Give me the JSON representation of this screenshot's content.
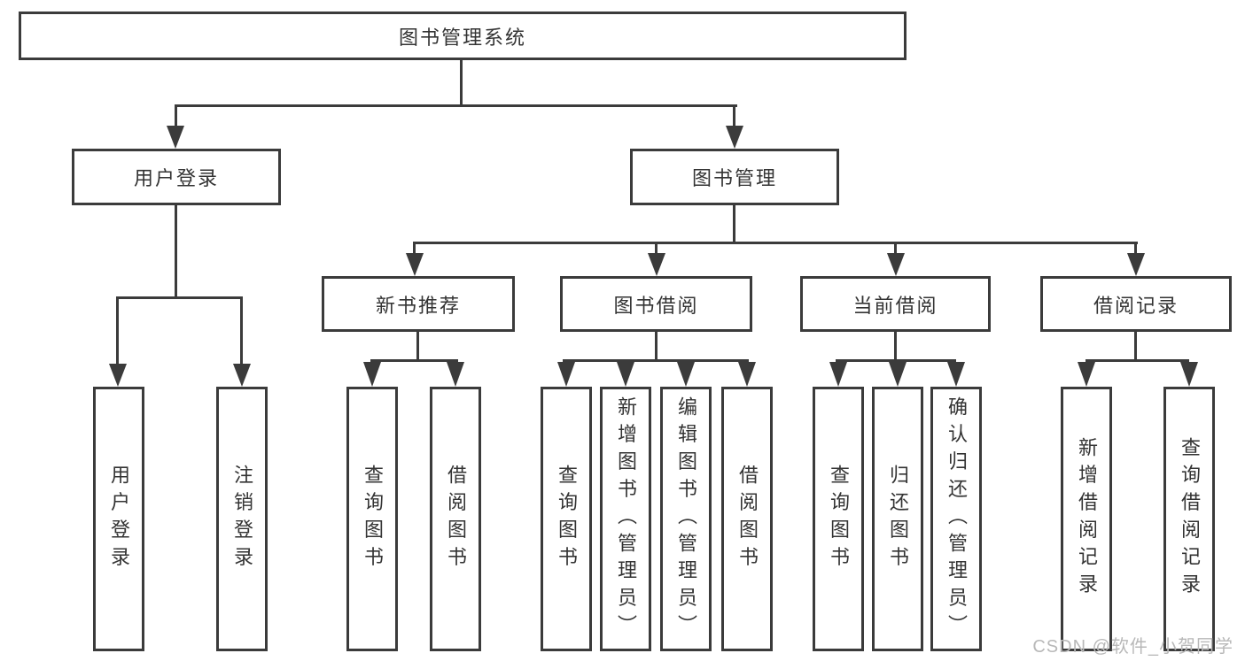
{
  "nodes": {
    "root": "图书管理系统",
    "user_login": "用户登录",
    "book_mgmt": "图书管理",
    "new_book_rec": "新书推荐",
    "book_borrow": "图书借阅",
    "current_borrow": "当前借阅",
    "borrow_records": "借阅记录",
    "leaf_user_login": "用户登录",
    "leaf_logout": "注销登录",
    "leaf_nb_query": "查询图书",
    "leaf_nb_borrow": "借阅图书",
    "leaf_bb_query": "查询图书",
    "leaf_bb_add": "新增图书（管理员）",
    "leaf_bb_edit": "编辑图书（管理员）",
    "leaf_bb_borrow": "借阅图书",
    "leaf_cb_query": "查询图书",
    "leaf_cb_return": "归还图书",
    "leaf_cb_confirm": "确认归还（管理员）",
    "leaf_br_add": "新增借阅记录",
    "leaf_br_query": "查询借阅记录"
  },
  "watermark": "CSDN @软件_小贺同学",
  "colors": {
    "line": "#3b3b3b",
    "text": "#333333",
    "watermark": "#b8b8b8",
    "background": "#ffffff"
  }
}
